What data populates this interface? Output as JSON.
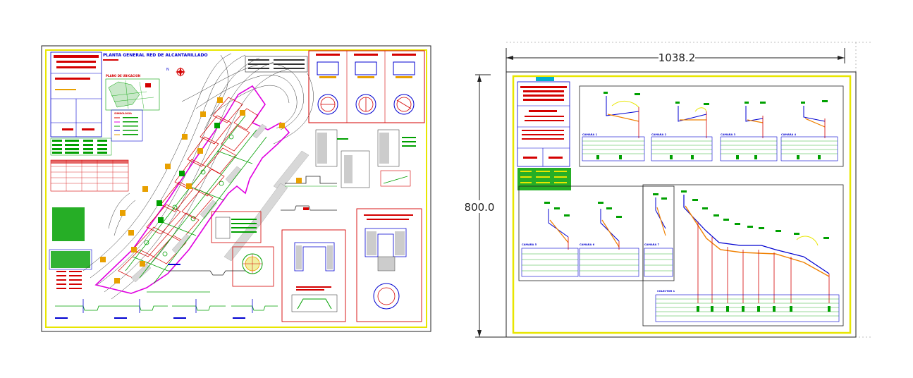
{
  "left_sheet": {
    "main_title": "PLANTA GENERAL RED DE ALCANTARILLADO",
    "location_label": "PLANO DE UBICACION",
    "north_label": "N",
    "legend_title": "SIMBOLOGIA",
    "detail_titles": [
      "DETALLE BUZON TIPO",
      "CORTE A - A",
      "CORTE B - B",
      "CORTE C - C",
      "CORTE D - D"
    ]
  },
  "right_sheet": {
    "dimensions": {
      "width_label": "1038.2",
      "height_label": "800.0"
    },
    "profile_labels": [
      "CAMARA 1",
      "CAMARA 2",
      "CAMARA 3",
      "CAMARA 4",
      "CAMARA 5",
      "CAMARA 6",
      "CAMARA 7",
      "COLECTOR 1"
    ]
  },
  "colors": {
    "frame_yellow": "#e8e600",
    "linework_red": "#d40000",
    "linework_green": "#00a000",
    "boundary_magenta": "#e000e0",
    "linework_blue": "#0000d0",
    "profile_orange": "#f08000",
    "text_dark": "#222222"
  }
}
